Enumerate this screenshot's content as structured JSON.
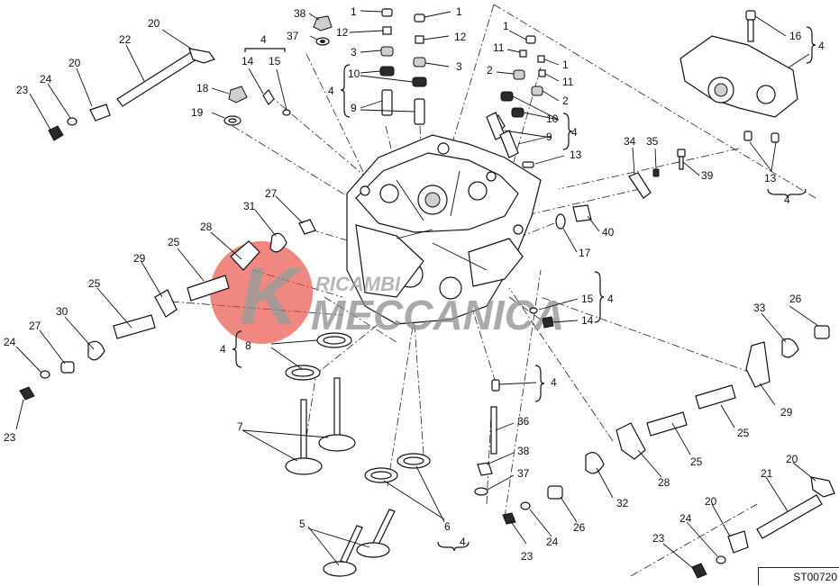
{
  "drawing_code": "ST00720",
  "watermark": {
    "line1": "RICAMBI",
    "line2": "MECCANICA",
    "letter": "K",
    "color": "#e8443a"
  },
  "callouts": {
    "c38": "38",
    "c37a": "37",
    "c1a": "1",
    "c12a": "12",
    "c3a": "3",
    "c10a": "10",
    "c9a": "9",
    "c4a": "4",
    "c1b": "1",
    "c12b": "12",
    "c3b": "3",
    "c14a": "14",
    "c15a": "15",
    "c4b": "4",
    "c18": "18",
    "c19": "19",
    "c20a": "20",
    "c22": "22",
    "c20b": "20",
    "c24a": "24",
    "c23a": "23",
    "c1c": "1",
    "c11a": "11",
    "c2a": "2",
    "c1d": "1",
    "c11b": "11",
    "c2b": "2",
    "c10b": "10",
    "c9b": "9",
    "c4c": "4",
    "c16": "16",
    "c4d": "4",
    "c13a": "13",
    "c4e": "4",
    "c13b": "13",
    "c34": "34",
    "c35": "35",
    "c39": "39",
    "c40": "40",
    "c17": "17",
    "c27a": "27",
    "c31": "31",
    "c28a": "28",
    "c25a": "25",
    "c29a": "29",
    "c25b": "25",
    "c30": "30",
    "c27b": "27",
    "c24b": "24",
    "c23b": "23",
    "c8": "8",
    "c4f": "4",
    "c7": "7",
    "c15b": "15",
    "c4g": "4",
    "c14b": "14",
    "c26a": "26",
    "c33": "33",
    "c29b": "29",
    "c25c": "25",
    "c25d": "25",
    "c28b": "28",
    "c4h": "4",
    "c36": "36",
    "c38b": "38",
    "c37b": "37",
    "c32": "32",
    "c26b": "26",
    "c24c": "24",
    "c23c": "23",
    "c21": "21",
    "c20c": "20",
    "c20d": "20",
    "c24d": "24",
    "c23d": "23",
    "c6": "6",
    "c4i": "4",
    "c5": "5"
  }
}
